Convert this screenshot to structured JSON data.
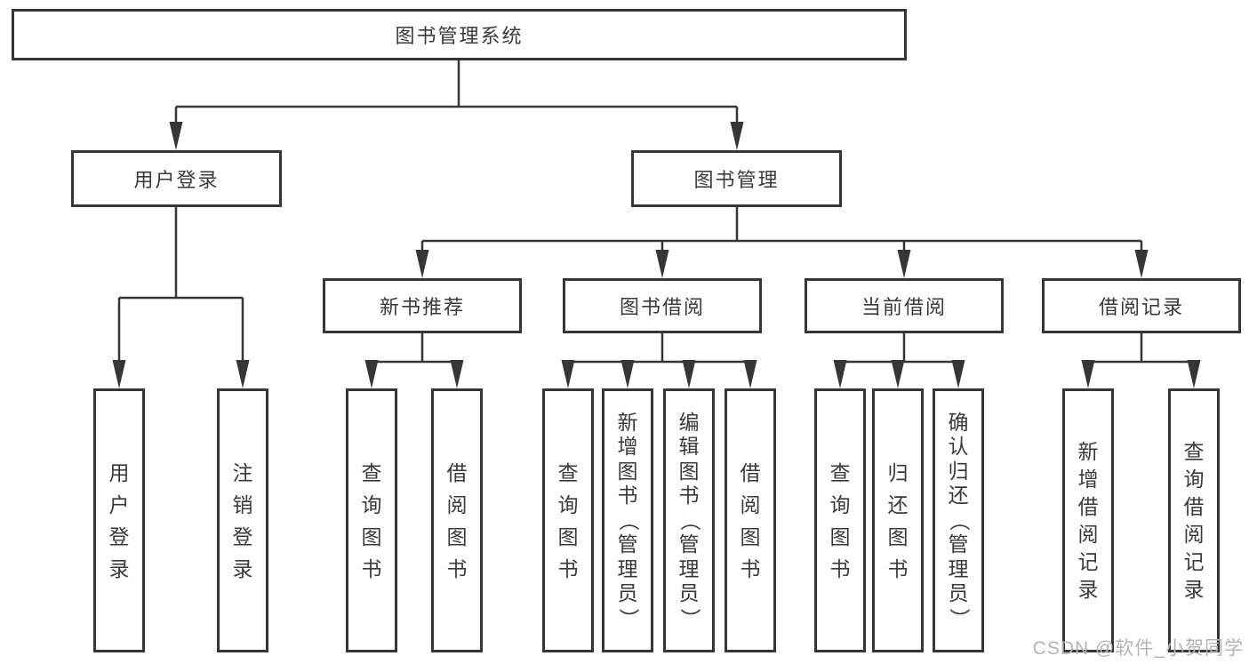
{
  "diagram": {
    "root": {
      "label": "图书管理系统"
    },
    "level2": [
      {
        "label": "用户登录",
        "children": [
          {
            "label": "用户登录"
          },
          {
            "label": "注销登录"
          }
        ]
      },
      {
        "label": "图书管理",
        "children": [
          {
            "label": "新书推荐",
            "children": [
              {
                "label": "查询图书"
              },
              {
                "label": "借阅图书"
              }
            ]
          },
          {
            "label": "图书借阅",
            "children": [
              {
                "label": "查询图书"
              },
              {
                "label": "新增图书（管理员）"
              },
              {
                "label": "编辑图书（管理员）"
              },
              {
                "label": "借阅图书"
              }
            ]
          },
          {
            "label": "当前借阅",
            "children": [
              {
                "label": "查询图书"
              },
              {
                "label": "归还图书"
              },
              {
                "label": "确认归还（管理员）"
              }
            ]
          },
          {
            "label": "借阅记录",
            "children": [
              {
                "label": "新增借阅记录"
              },
              {
                "label": "查询借阅记录"
              }
            ]
          }
        ]
      }
    ]
  },
  "watermark": {
    "text": "CSDN @软件_小贺同学"
  },
  "colors": {
    "line": "#363636",
    "text": "#3a3a3a",
    "watermark": "#b4b4b4",
    "background": "#ffffff"
  }
}
